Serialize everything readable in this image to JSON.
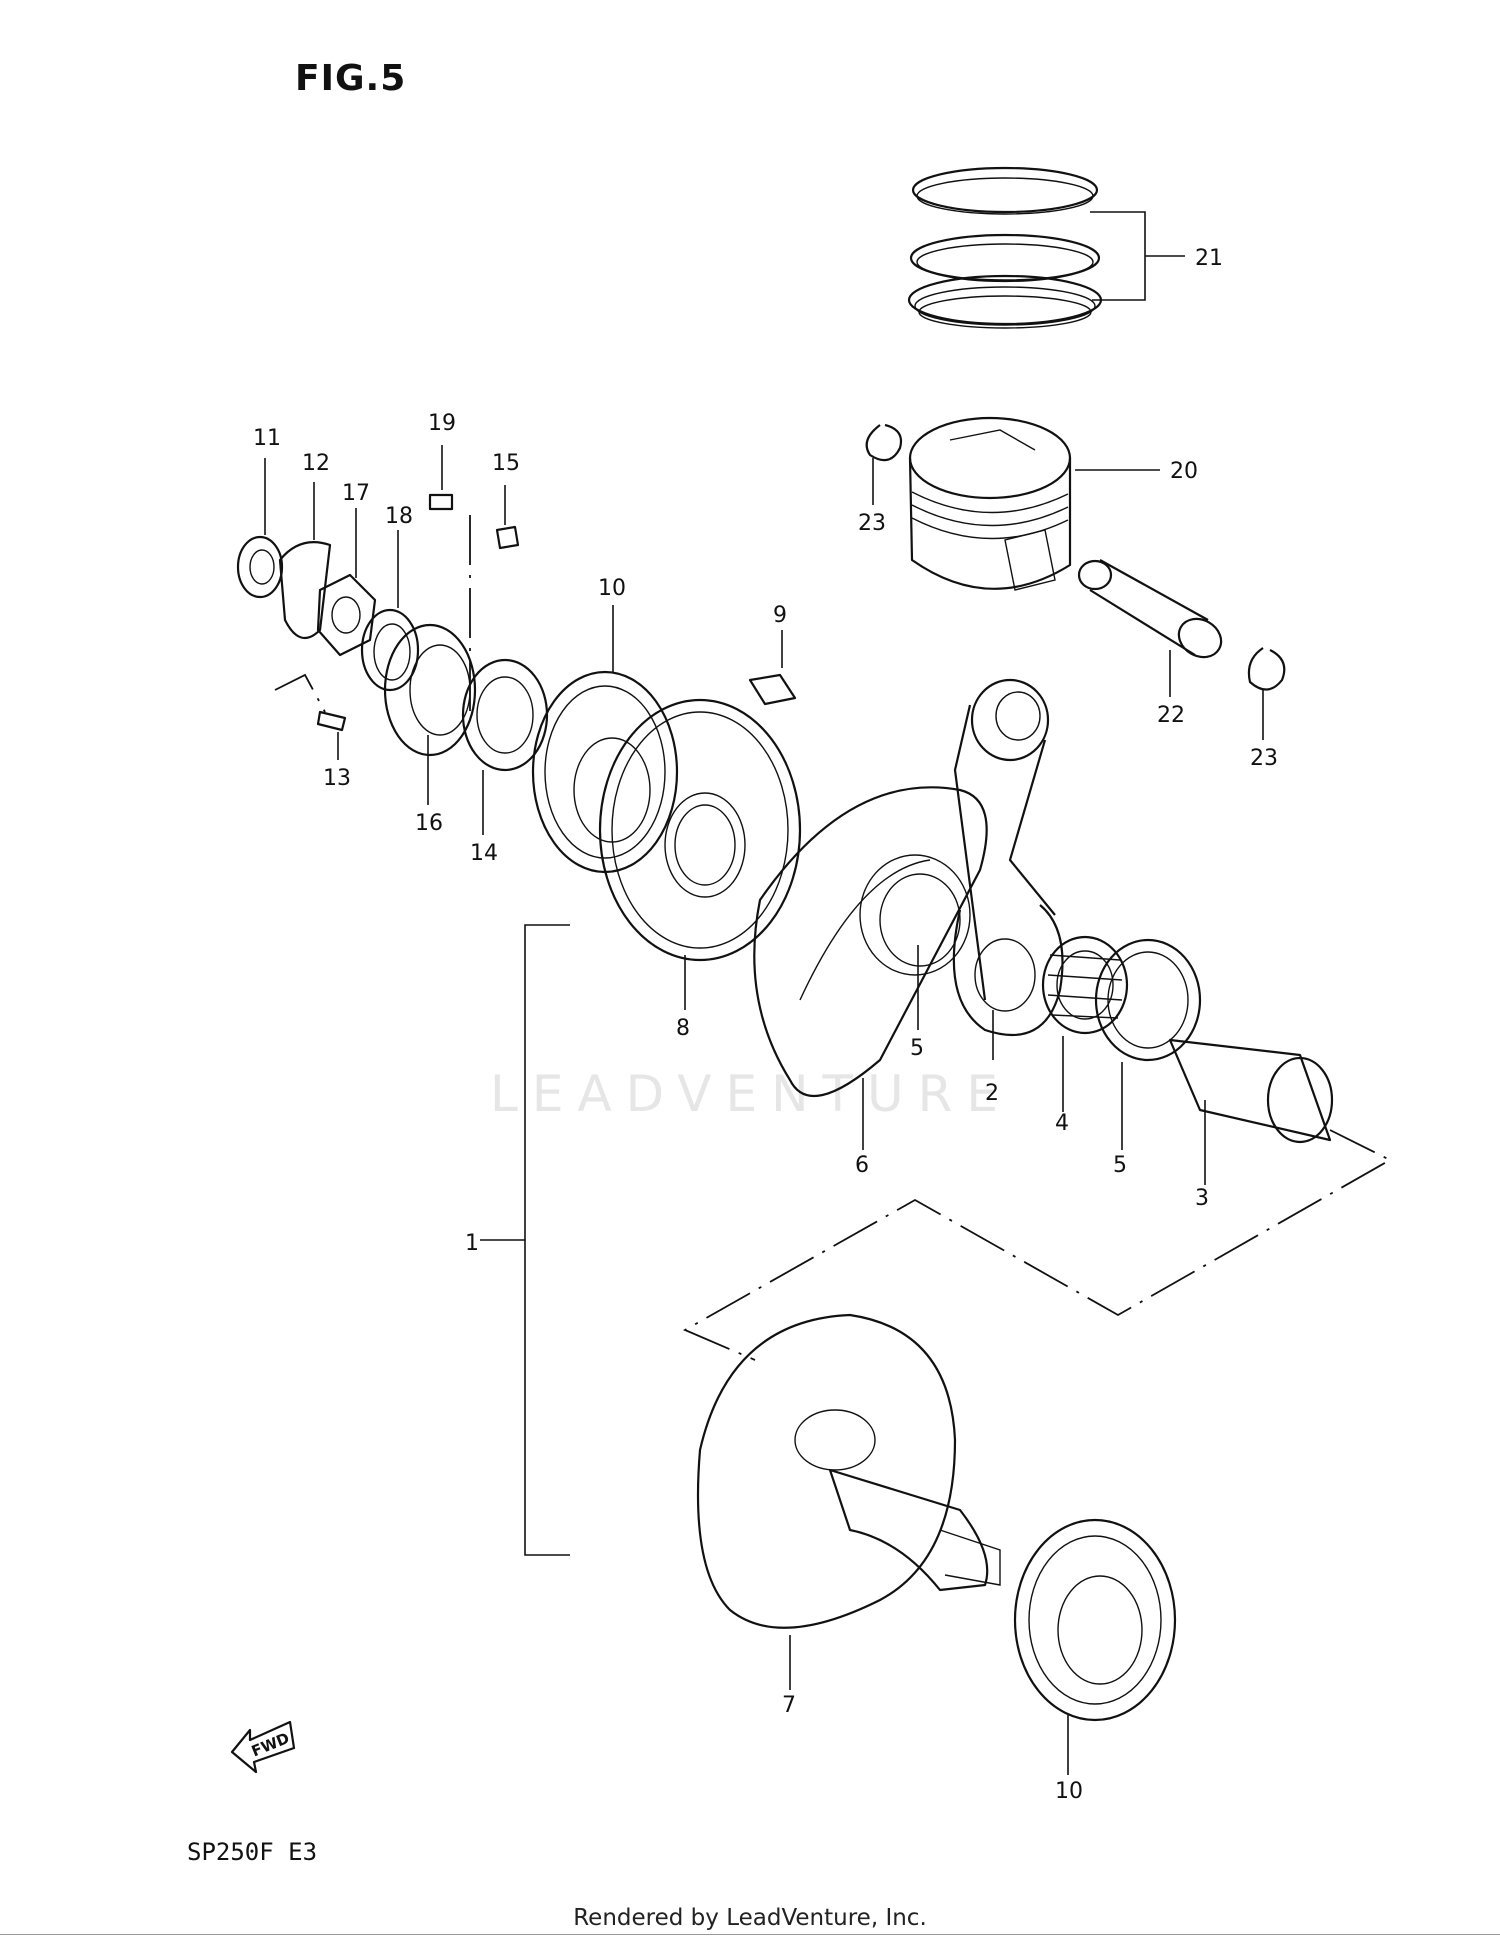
{
  "figure": {
    "title": "FIG.5",
    "model_code": "SP250F  E3",
    "watermark": "LEADVENTURE",
    "footer": "Rendered by LeadVenture, Inc.",
    "fwd_label": "FWD"
  },
  "callouts": [
    {
      "id": "c1",
      "label": "1"
    },
    {
      "id": "c2",
      "label": "2"
    },
    {
      "id": "c3",
      "label": "3"
    },
    {
      "id": "c4",
      "label": "4"
    },
    {
      "id": "c5a",
      "label": "5"
    },
    {
      "id": "c5b",
      "label": "5"
    },
    {
      "id": "c6",
      "label": "6"
    },
    {
      "id": "c7",
      "label": "7"
    },
    {
      "id": "c8",
      "label": "8"
    },
    {
      "id": "c9",
      "label": "9"
    },
    {
      "id": "c10a",
      "label": "10"
    },
    {
      "id": "c10b",
      "label": "10"
    },
    {
      "id": "c11",
      "label": "11"
    },
    {
      "id": "c12",
      "label": "12"
    },
    {
      "id": "c13",
      "label": "13"
    },
    {
      "id": "c14",
      "label": "14"
    },
    {
      "id": "c15",
      "label": "15"
    },
    {
      "id": "c16",
      "label": "16"
    },
    {
      "id": "c17",
      "label": "17"
    },
    {
      "id": "c18",
      "label": "18"
    },
    {
      "id": "c19",
      "label": "19"
    },
    {
      "id": "c20",
      "label": "20"
    },
    {
      "id": "c21",
      "label": "21"
    },
    {
      "id": "c22",
      "label": "22"
    },
    {
      "id": "c23a",
      "label": "23"
    },
    {
      "id": "c23b",
      "label": "23"
    }
  ]
}
